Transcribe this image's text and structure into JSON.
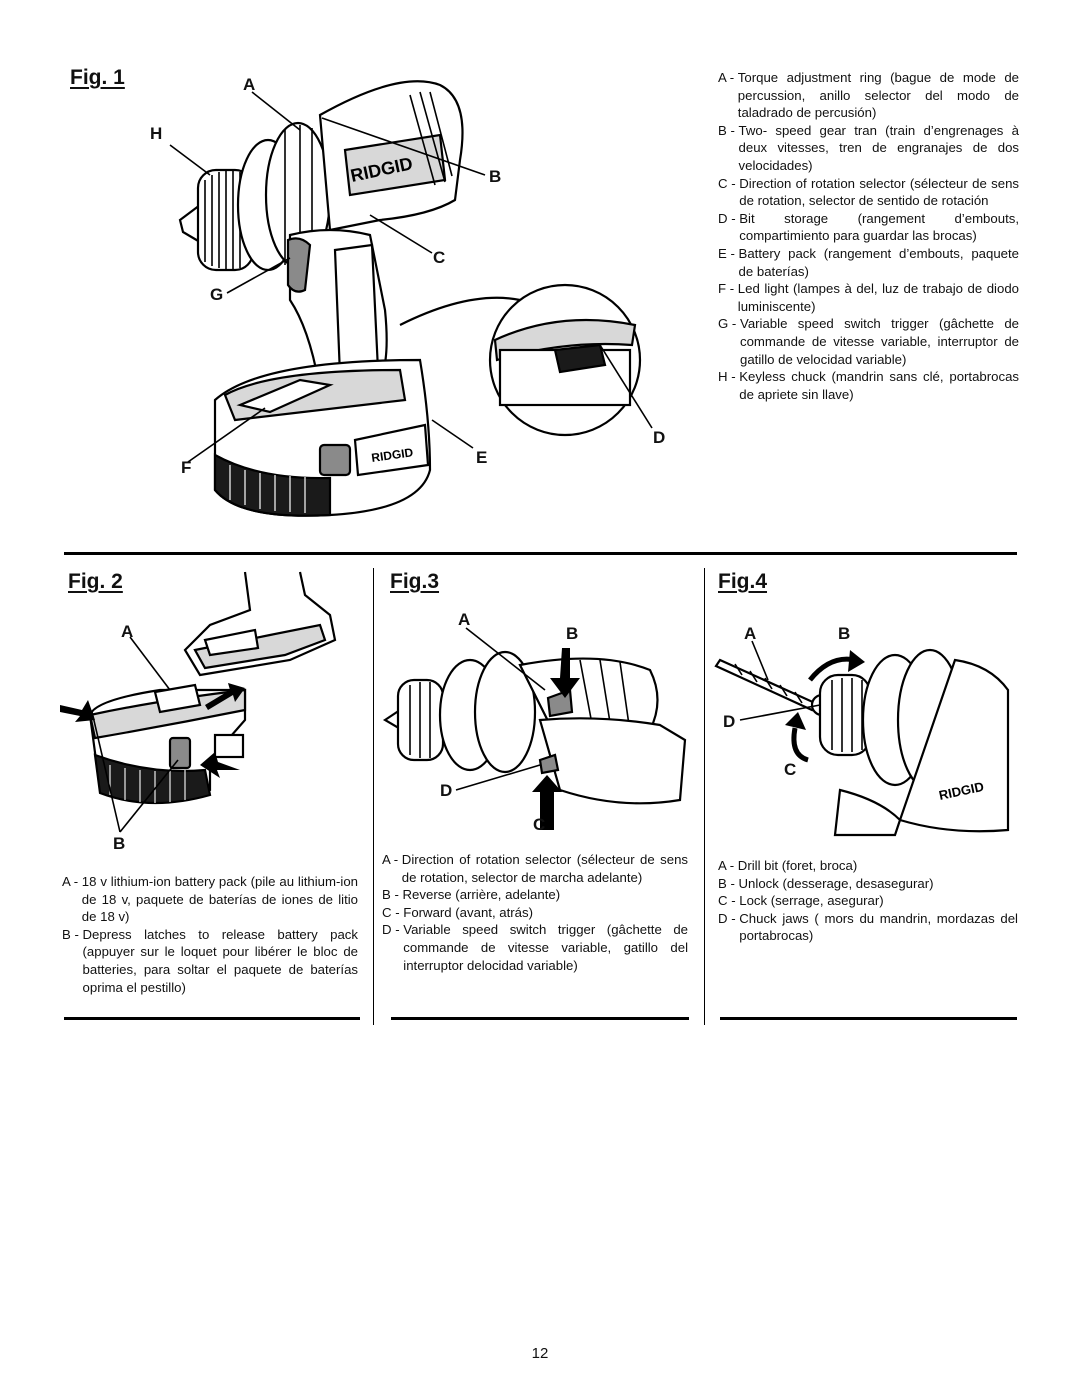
{
  "fig1": {
    "title": "Fig. 1",
    "callouts": {
      "A": "A",
      "B": "B",
      "C": "C",
      "D": "D",
      "E": "E",
      "F": "F",
      "G": "G",
      "H": "H"
    },
    "brand": "RIDGID",
    "legend": [
      {
        "key": "A -",
        "text": "Torque adjustment ring (bague de mode de percussion, anillo selector del modo de taladrado de percusión)"
      },
      {
        "key": "B -",
        "text": "Two- speed gear tran (train d’engrenages à deux vitesses, tren de engranajes de dos velocidades)"
      },
      {
        "key": "C -",
        "text": "Direction of rotation selector (sélecteur de sens de rotation, selector de sentido de rotación"
      },
      {
        "key": "D -",
        "text": "Bit storage (rangement d’embouts, compartimiento para guardar las brocas)"
      },
      {
        "key": "E -",
        "text": "Battery pack (rangement d’embouts, paquete de baterías)"
      },
      {
        "key": "F -",
        "text": "Led light (lampes à del, luz de trabajo de diodo luminiscente)"
      },
      {
        "key": "G -",
        "text": "Variable speed switch trigger (gâchette de commande de vitesse variable, interruptor de gatillo de velocidad variable)"
      },
      {
        "key": "H -",
        "text": "Keyless chuck (mandrin sans clé, portabrocas de apriete sin llave)"
      }
    ]
  },
  "fig2": {
    "title": "Fig. 2",
    "callouts": {
      "A": "A",
      "B": "B"
    },
    "legend": [
      {
        "key": "A -",
        "text": "18 v lithium-ion battery pack (pile au lithium-ion de 18 v,  paquete de baterías de iones de litio de 18 v)"
      },
      {
        "key": "B -",
        "text": "Depress latches to release battery pack (appuyer sur le loquet pour libérer le bloc de batteries, para soltar el paquete de baterías oprima el pestillo)"
      }
    ]
  },
  "fig3": {
    "title": "Fig.3",
    "callouts": {
      "A": "A",
      "B": "B",
      "C": "C",
      "D": "D"
    },
    "legend": [
      {
        "key": "A -",
        "text": "Direction of rotation selector (sélecteur de sens de rotation, selector de marcha adelante)"
      },
      {
        "key": "B -",
        "text": "Reverse (arrière, adelante)"
      },
      {
        "key": "C -",
        "text": "Forward (avant, atrás)"
      },
      {
        "key": "D -",
        "text": "Variable speed switch trigger (gâchette de commande de vitesse variable, gatillo del interruptor delocidad variable)"
      }
    ]
  },
  "fig4": {
    "title": "Fig.4",
    "callouts": {
      "A": "A",
      "B": "B",
      "C": "C",
      "D": "D"
    },
    "legend": [
      {
        "key": "A -",
        "text": "Drill bit (foret, broca)"
      },
      {
        "key": "B -",
        "text": "Unlock (desserage, desasegurar)"
      },
      {
        "key": "C -",
        "text": "Lock (serrage, asegurar)"
      },
      {
        "key": "D -",
        "text": "Chuck jaws ( mors du mandrin, mordazas del portabrocas)"
      }
    ]
  },
  "page_number": "12"
}
